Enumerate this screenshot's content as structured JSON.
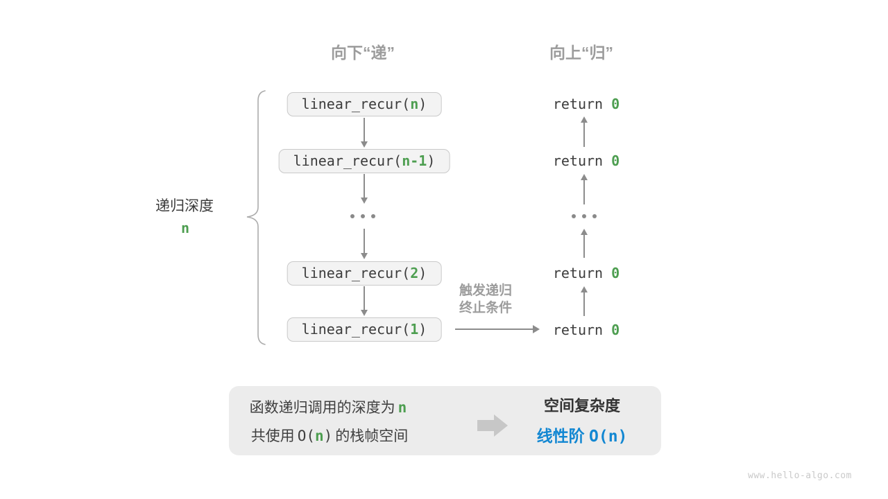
{
  "diagram": {
    "headers": {
      "down": "向下“递”",
      "up": "向上“归”"
    },
    "depth": {
      "label": "递归深度",
      "value": "n"
    },
    "calls": [
      {
        "pre": "linear_recur(",
        "arg": "n",
        "post": ")"
      },
      {
        "pre": "linear_recur(",
        "arg": "n-1",
        "post": ")"
      },
      {
        "pre": "linear_recur(",
        "arg": "2",
        "post": ")"
      },
      {
        "pre": "linear_recur(",
        "arg": "1",
        "post": ")"
      }
    ],
    "returns": {
      "keyword": "return ",
      "value": "0"
    },
    "trigger": {
      "line1": "触发递归",
      "line2": "终止条件"
    }
  },
  "summary": {
    "line1": {
      "text": "函数递归调用的深度为",
      "value": "n"
    },
    "line2": {
      "prefix": "共使用",
      "code_open": "O(",
      "value": "n",
      "code_close": ")",
      "suffix": "的栈帧空间"
    },
    "conclusion": {
      "title": "空间复杂度",
      "label": "线性阶 ",
      "code": "O(n)"
    }
  },
  "watermark": "www.hello-algo.com",
  "colors": {
    "green": "#4d9e50",
    "blue": "#1287d2",
    "box_fill": "#f3f3f3",
    "box_border": "#c9c9c9",
    "arrow": "#8c8c8c",
    "muted": "#9c9c9c"
  }
}
